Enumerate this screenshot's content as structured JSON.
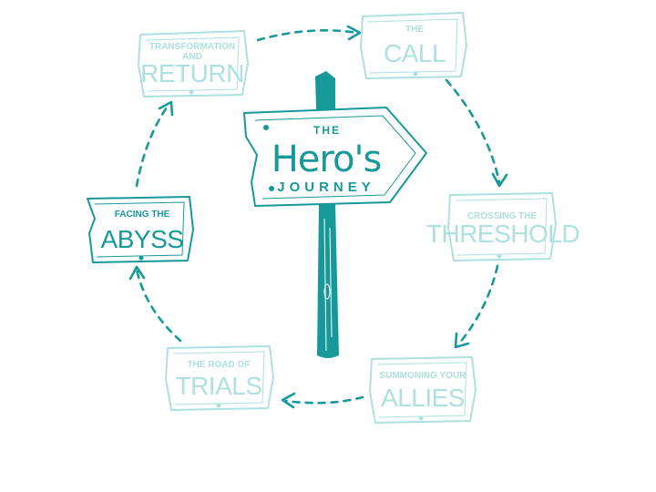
{
  "colors": {
    "teal": "#17999a",
    "light_teal": "#aee0df",
    "background": "#ffffff"
  },
  "center_sign": {
    "line1": "THE",
    "line2": "Hero's",
    "line3": "JOURNEY"
  },
  "stages": [
    {
      "id": "the-call",
      "line1": "THE",
      "line2": "CALL",
      "highlighted": false
    },
    {
      "id": "crossing-the-threshold",
      "line1": "CROSSING THE",
      "line2": "THRESHOLD",
      "highlighted": false
    },
    {
      "id": "summoning-your-allies",
      "line1": "SUMMONING YOUR",
      "line2": "ALLIES",
      "highlighted": false
    },
    {
      "id": "the-road-of-trials",
      "line1": "THE ROAD OF",
      "line2": "TRIALS",
      "highlighted": false
    },
    {
      "id": "facing-the-abyss",
      "line1": "FACING THE",
      "line2": "ABYSS",
      "highlighted": true
    },
    {
      "id": "transformation-and-return",
      "line1": "TRANSFORMATION",
      "line1b": "AND",
      "line2": "RETURN",
      "highlighted": false
    }
  ]
}
